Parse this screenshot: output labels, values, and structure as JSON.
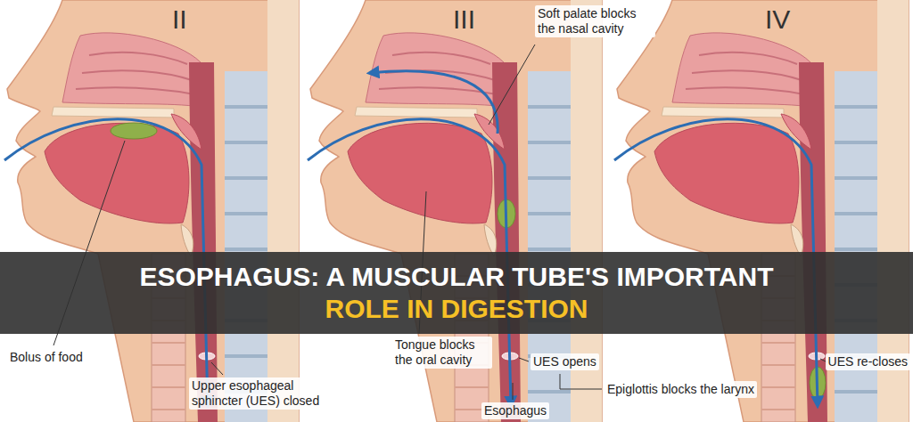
{
  "diagram": {
    "nodes": [
      {
        "text": [
          "ESOPHAGUS: A MUSCULAR TUBE'S IMPORTANT",
          "ROLE IN DIGESTION"
        ]
      }
    ],
    "labels": [
      "II",
      "III",
      "Soft palate blocks the nasal cavity",
      "IV",
      "Bolus of food",
      "Tongue blocks the oral cavity",
      "Upper esophageal sphincter (UES) closed",
      "UES opens",
      "Esophagus",
      "Epiglottis blocks the larynx",
      "UES re-closes"
    ]
  }
}
